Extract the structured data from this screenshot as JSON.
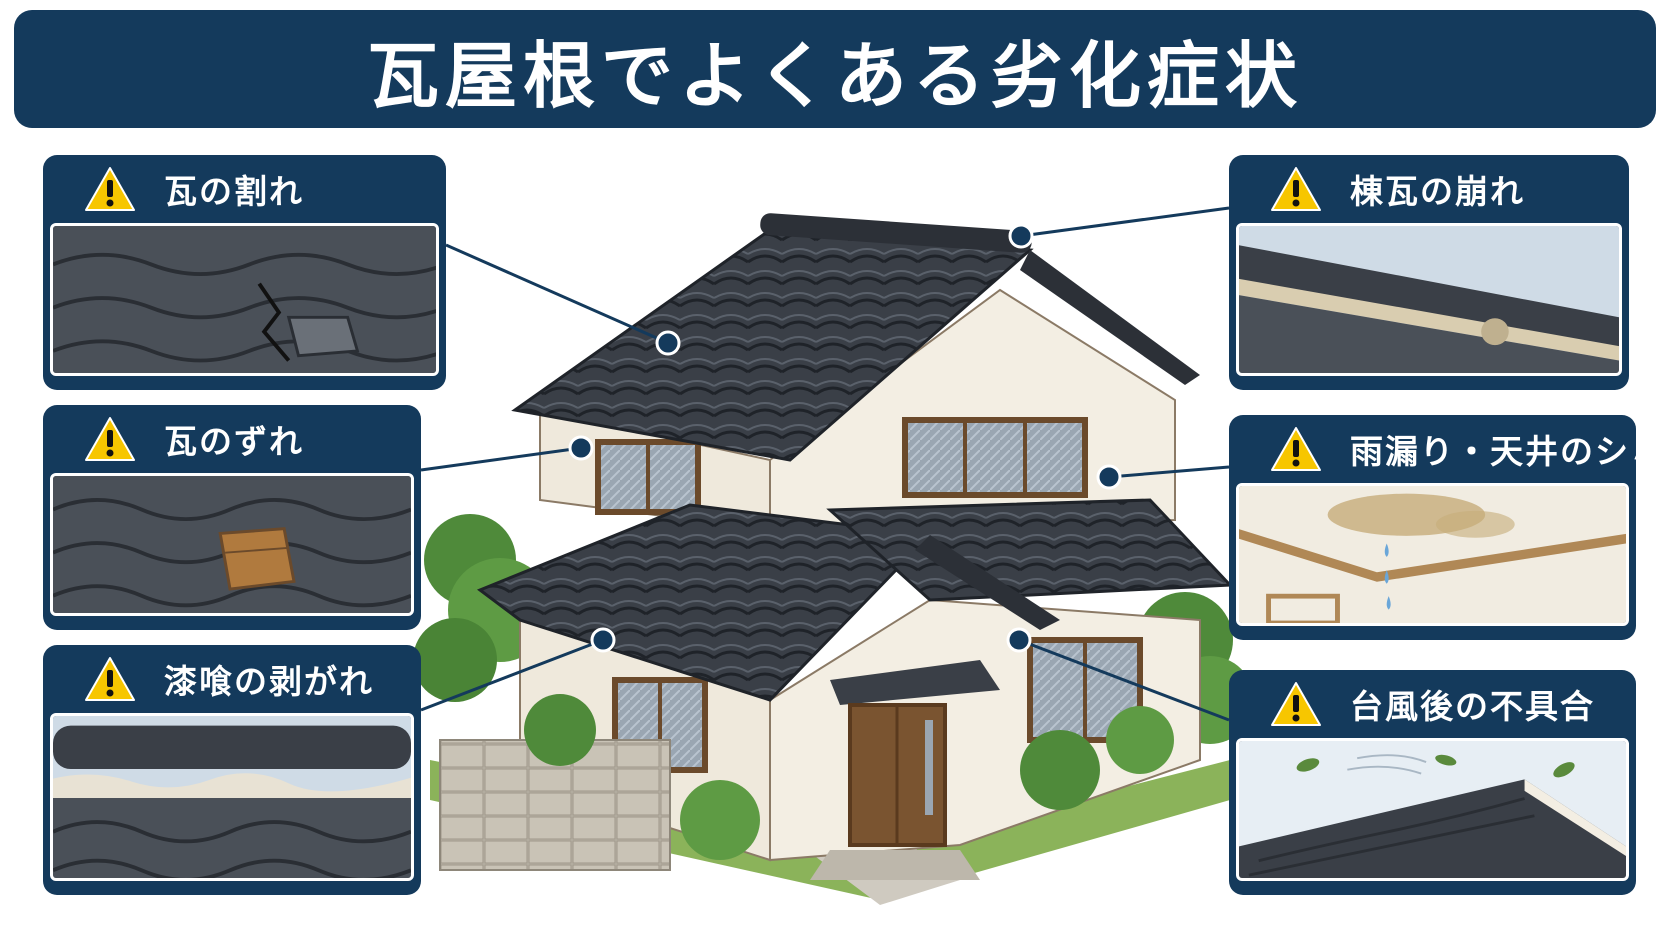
{
  "title": "瓦屋根でよくある劣化症状",
  "colors": {
    "navy": "#143a5c",
    "roof_tile": "#3a3f47",
    "wall": "#f2ede2",
    "trim": "#6b4a2b",
    "warning_yellow": "#f7c600"
  },
  "icons": [
    "warning-triangle-icon",
    "callout-dot-icon"
  ],
  "cards": [
    {
      "id": "tile-crack",
      "label": "瓦の割れ",
      "side": "left"
    },
    {
      "id": "tile-shift",
      "label": "瓦のずれ",
      "side": "left"
    },
    {
      "id": "mortar-peel",
      "label": "漆喰の剥がれ",
      "side": "left"
    },
    {
      "id": "ridge-collapse",
      "label": "棟瓦の崩れ",
      "side": "right"
    },
    {
      "id": "leak-stain",
      "label": "雨漏り・天井のシミ",
      "side": "right"
    },
    {
      "id": "typhoon-damage",
      "label": "台風後の不具合",
      "side": "right"
    }
  ]
}
